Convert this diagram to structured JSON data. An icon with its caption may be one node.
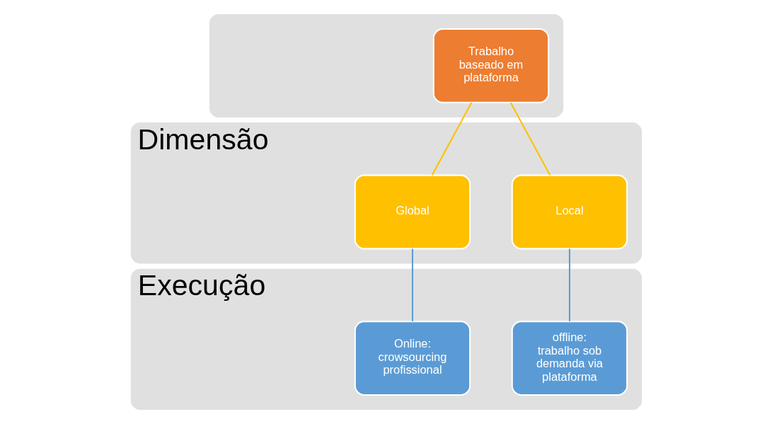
{
  "diagram": {
    "nodes": [
      {
        "text": [],
        "shape": "bar"
      },
      {
        "text": [
          "Trabalho baseado em plataforma"
        ],
        "in": 0
      },
      {
        "text": [
          "Dimensão"
        ]
      },
      {
        "text": [
          "Global"
        ],
        "in": 2
      },
      {
        "text": [
          "Local"
        ],
        "in": 2
      },
      {
        "text": [
          "Execução"
        ]
      },
      {
        "text": [
          "Online: crowsourcing profissional"
        ],
        "in": 5
      },
      {
        "text": [
          "offline: trabalho sob demanda via plataforma"
        ],
        "in": 5
      }
    ],
    "edges": [
      {
        "from": 1,
        "to": 3,
        "arrow": "none",
        "color": "#ffc000"
      },
      {
        "from": 1,
        "to": 4,
        "arrow": "none",
        "color": "#ffc000"
      },
      {
        "from": 3,
        "to": 6,
        "arrow": "none",
        "color": "#5b9bd5"
      },
      {
        "from": 4,
        "to": 7,
        "arrow": "none",
        "color": "#5b9bd5"
      }
    ]
  }
}
